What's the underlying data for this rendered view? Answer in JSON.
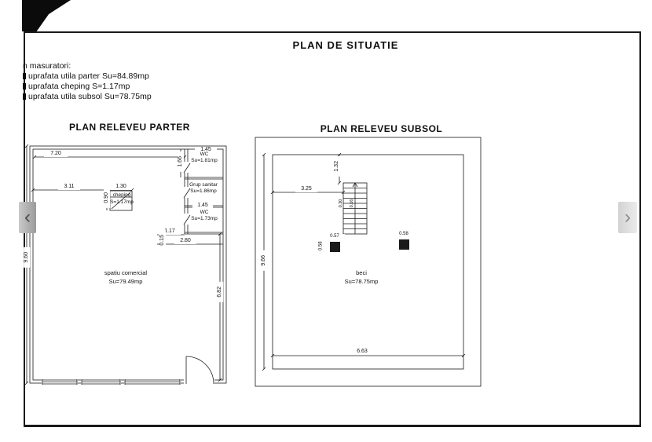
{
  "colors": {
    "line": "#1a1a1a",
    "page_bg": "#ffffff"
  },
  "viewer": {
    "prev_label": "‹",
    "next_label": "›"
  },
  "doc": {
    "title": "PLAN DE SITUATIE",
    "notes": {
      "heading": "n masuratori:",
      "items": [
        "uprafata utila parter Su=84.89mp",
        "uprafata cheping S=1.17mp",
        "uprafata utila subsol Su=78.75mp"
      ]
    },
    "parter": {
      "heading": "PLAN RELEVEU PARTER",
      "rooms": {
        "wc1_name": "WC",
        "wc1_area": "Su=1.81mp",
        "grup_name": "Grup sanitar",
        "grup_area": "Su=1.86mp",
        "wc2_name": "WC",
        "wc2_area": "Su=1.73mp",
        "cheping_name": "cheping",
        "cheping_area": "S=1.17mp",
        "shop_name": "spatiu comercial",
        "shop_area": "Su=79.49mp"
      },
      "dims": {
        "top_width": "7.20",
        "wc_width": "1.45",
        "wc_depth": "1.66",
        "left_span": "3.11",
        "cheping_width": "1.30",
        "cheping_height": "0.90",
        "wc2_width": "1.45",
        "corridor_width": "1.17",
        "bottom_span": "2.80",
        "wall_thickness": "0.15",
        "left_height": "9.60",
        "right_height": "6.82"
      }
    },
    "subsol": {
      "heading": "PLAN RELEVEU SUBSOL",
      "rooms": {
        "beci_name": "beci",
        "beci_area": "Su=78.75mp"
      },
      "dims": {
        "stair_offset": "1.32",
        "stair_span": "3.25",
        "stair_step1": "0.30",
        "stair_step2": "0.16",
        "col1_width": "0.57",
        "col1_height": "0.58",
        "col2_width": "0.58",
        "left_height": "9.66",
        "bottom_width": "6.63"
      }
    }
  }
}
